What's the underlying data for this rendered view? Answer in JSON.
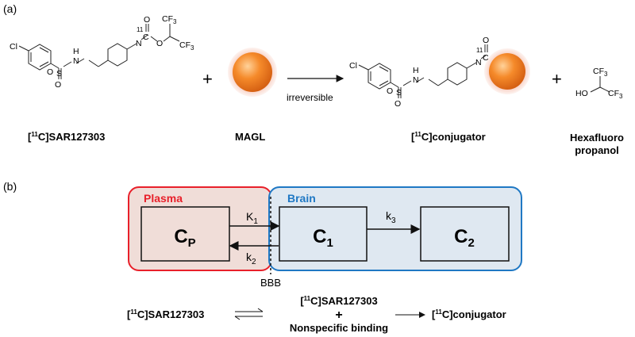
{
  "panel_a": {
    "label": "(a)",
    "reactant_label": "SAR127303",
    "reactant_iso": "11",
    "enzyme_label": "MAGL",
    "arrow_label": "irreversible",
    "plus": "+",
    "product_label": "conjugator",
    "product_iso": "11",
    "byproduct_line1": "Hexafluoro",
    "byproduct_line2": "propanol",
    "atoms": {
      "cl": "Cl",
      "s": "S",
      "o": "O",
      "n": "N",
      "h": "H",
      "c": "C",
      "iso": "11",
      "cf": "CF",
      "sub3": "3",
      "ho": "HO"
    },
    "colors": {
      "sphere": "#f07820",
      "sphere_glow": "#f4a48c"
    }
  },
  "panel_b": {
    "label": "(b)",
    "plasma_title": "Plasma",
    "brain_title": "Brain",
    "cp": "C",
    "cp_sub": "P",
    "c1": "C",
    "c1_sub": "1",
    "c2": "C",
    "c2_sub": "2",
    "k1": "K",
    "k1_sub": "1",
    "k2": "k",
    "k2_sub": "2",
    "k3": "k",
    "k3_sub": "3",
    "bbb": "BBB",
    "colors": {
      "plasma_border": "#e8202a",
      "plasma_fill": "#f0ddd8",
      "brain_border": "#1f78c4",
      "brain_fill": "#dfe8f1"
    },
    "scheme": {
      "left": "SAR127303",
      "left_iso": "11",
      "middle_line1": "SAR127303",
      "middle_iso": "11",
      "middle_plus": "+",
      "middle_line3": "Nonspecific binding",
      "right": "conjugator",
      "right_iso": "11"
    }
  }
}
